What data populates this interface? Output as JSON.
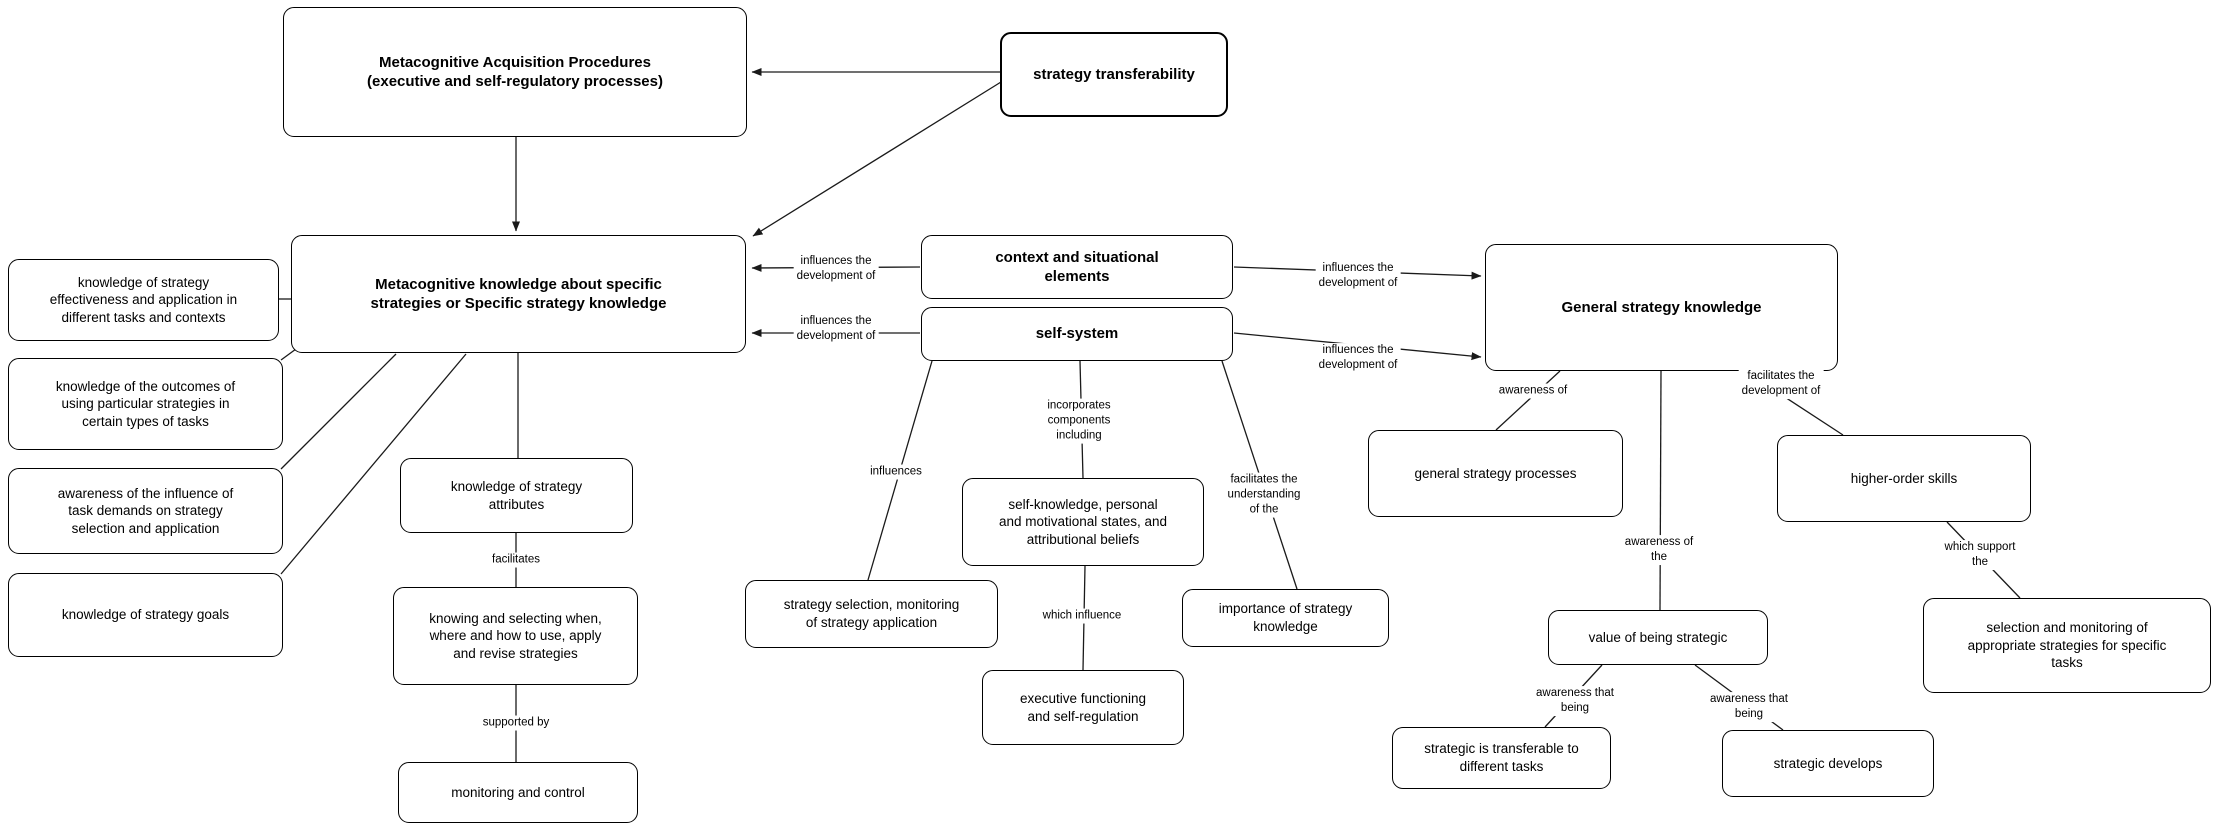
{
  "diagram": {
    "nodes": [
      {
        "id": "metacognitive-acquisition-procedures",
        "label": "Metacognitive Acquisition Procedures\n(executive and self-regulatory processes)"
      },
      {
        "id": "strategy-transferability",
        "label": "strategy transferability"
      },
      {
        "id": "metacognitive-knowledge-specific",
        "label": "Metacognitive knowledge about specific\nstrategies or Specific strategy knowledge"
      },
      {
        "id": "knowledge-strategy-effectiveness",
        "label": "knowledge of strategy\neffectiveness and application in\ndifferent tasks and contexts"
      },
      {
        "id": "knowledge-outcomes",
        "label": "knowledge of the outcomes of\nusing particular strategies in\ncertain types of tasks"
      },
      {
        "id": "awareness-task-demands",
        "label": "awareness of the influence of\ntask demands on strategy\nselection and application"
      },
      {
        "id": "knowledge-strategy-goals",
        "label": "knowledge of strategy goals"
      },
      {
        "id": "knowledge-strategy-attributes",
        "label": "knowledge of strategy\nattributes"
      },
      {
        "id": "knowing-selecting",
        "label": "knowing and selecting when,\nwhere and how to use, apply\nand revise strategies"
      },
      {
        "id": "monitoring-and-control",
        "label": "monitoring and control"
      },
      {
        "id": "context-situational-elements",
        "label": "context and situational\nelements"
      },
      {
        "id": "self-system",
        "label": "self-system"
      },
      {
        "id": "strategy-selection-monitoring",
        "label": "strategy selection, monitoring\nof strategy application"
      },
      {
        "id": "self-knowledge-states",
        "label": "self-knowledge, personal\nand motivational states, and\nattributional beliefs"
      },
      {
        "id": "executive-functioning",
        "label": "executive functioning\nand self-regulation"
      },
      {
        "id": "importance-strategy-knowledge",
        "label": "importance of strategy\nknowledge"
      },
      {
        "id": "general-strategy-knowledge",
        "label": "General strategy knowledge"
      },
      {
        "id": "general-strategy-processes",
        "label": "general strategy processes"
      },
      {
        "id": "higher-order-skills",
        "label": "higher-order skills"
      },
      {
        "id": "value-of-being-strategic",
        "label": "value of being strategic"
      },
      {
        "id": "strategic-transferable",
        "label": "strategic is transferable to\ndifferent tasks"
      },
      {
        "id": "strategic-develops",
        "label": "strategic develops"
      },
      {
        "id": "selection-monitoring-appropriate",
        "label": "selection and monitoring of\nappropriate strategies for specific\ntasks"
      }
    ],
    "edge_labels": [
      {
        "id": "influences-development-1",
        "text": "influences the\ndevelopment of"
      },
      {
        "id": "influences-development-2",
        "text": "influences the\ndevelopment of"
      },
      {
        "id": "influences-development-3",
        "text": "influences the\ndevelopment of"
      },
      {
        "id": "influences-development-4",
        "text": "influences the\ndevelopment of"
      },
      {
        "id": "facilitates",
        "text": "facilitates"
      },
      {
        "id": "supported-by",
        "text": "supported by"
      },
      {
        "id": "influences",
        "text": "influences"
      },
      {
        "id": "incorporates-components",
        "text": "incorporates\ncomponents\nincluding"
      },
      {
        "id": "which-influence",
        "text": "which influence"
      },
      {
        "id": "facilitates-understanding",
        "text": "facilitates the\nunderstanding\nof the"
      },
      {
        "id": "awareness-of",
        "text": "awareness of"
      },
      {
        "id": "facilitates-development",
        "text": "facilitates the\ndevelopment of"
      },
      {
        "id": "awareness-of-the",
        "text": "awareness of\nthe"
      },
      {
        "id": "which-support-the",
        "text": "which support\nthe"
      },
      {
        "id": "awareness-that-being-1",
        "text": "awareness that\nbeing"
      },
      {
        "id": "awareness-that-being-2",
        "text": "awareness that\nbeing"
      }
    ],
    "colors": {
      "background": "#ffffff",
      "line": "#1a1a1a",
      "text": "#000000",
      "box_fill": "#ffffff"
    }
  }
}
